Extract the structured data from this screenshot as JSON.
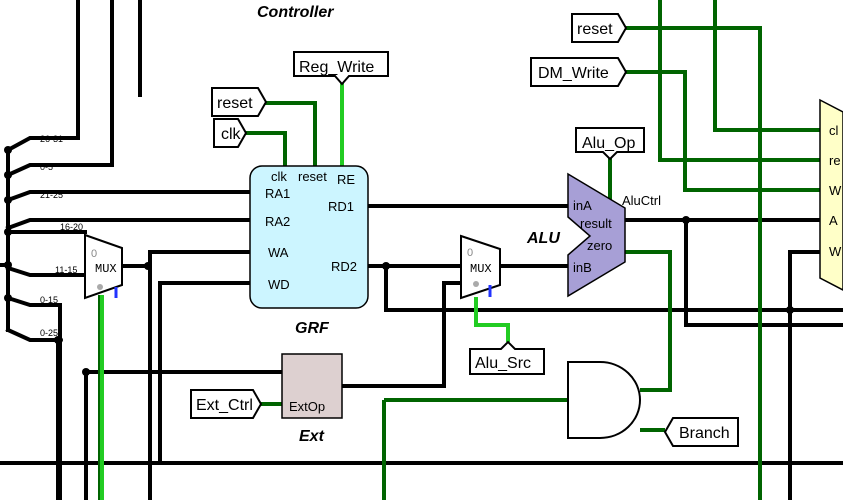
{
  "title": "Controller",
  "tunnels": {
    "reset_top": "reset",
    "dm_write": "DM_Write",
    "reg_write": "Reg_Write",
    "reset_grf": "reset",
    "clk_grf": "clk",
    "alu_op": "Alu_Op",
    "alu_src": "Alu_Src",
    "ext_ctrl": "Ext_Ctrl",
    "branch": "Branch"
  },
  "grf": {
    "name": "GRF",
    "ports": {
      "clk": "clk",
      "reset": "reset",
      "re": "RE",
      "ra1": "RA1",
      "ra2": "RA2",
      "wa": "WA",
      "wd": "WD",
      "rd1": "RD1",
      "rd2": "RD2"
    }
  },
  "alu": {
    "name": "ALU",
    "ports": {
      "ina": "inA",
      "inb": "inB",
      "result": "result",
      "zero": "zero",
      "aluctrl": "AluCtrl"
    }
  },
  "ext": {
    "name": "Ext",
    "port": "ExtOp"
  },
  "mux1": {
    "label": "MUX",
    "sel0": "0"
  },
  "mux2": {
    "label": "MUX",
    "sel0": "0"
  },
  "splitter_labels": [
    "26-31",
    "0-5",
    "21-25",
    "16-20",
    "11-15",
    "0-15",
    "0-25"
  ],
  "dm_ports": [
    "cl",
    "re",
    "W",
    "A",
    "W"
  ],
  "colors": {
    "grf_fill": "#ccf5ff",
    "alu_fill": "#a79fd6",
    "ext_fill": "#ddd0d0",
    "dm_fill": "#ffffc8",
    "wire_dark_green": "#006400",
    "wire_light_green": "#22cc22",
    "wire_black": "#000000"
  }
}
